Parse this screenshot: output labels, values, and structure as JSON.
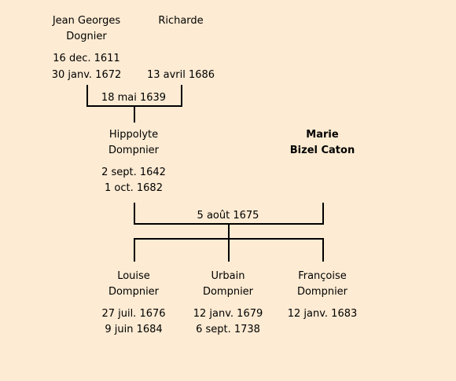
{
  "generation1": {
    "father": {
      "first_name": "Jean Georges",
      "last_name": "Dognier",
      "birth": "16 dec. 1611",
      "death": "30 janv. 1672"
    },
    "mother": {
      "first_name": "Richarde",
      "death": "13 avril 1686"
    },
    "marriage_date": "18 mai 1639"
  },
  "generation2": {
    "husband": {
      "first_name": "Hippolyte",
      "last_name": "Dompnier",
      "birth": "2 sept. 1642",
      "death": "1 oct. 1682"
    },
    "wife": {
      "first_name": "Marie",
      "last_name": "Bizel Caton"
    },
    "marriage_date": "5 août 1675"
  },
  "children": [
    {
      "first_name": "Louise",
      "last_name": "Dompnier",
      "birth": "27 juil. 1676",
      "death": "9 juin 1684"
    },
    {
      "first_name": "Urbain",
      "last_name": "Dompnier",
      "birth": "12 janv. 1679",
      "death": "6 sept. 1738"
    },
    {
      "first_name": "Françoise",
      "last_name": "Dompnier",
      "birth": "12 janv. 1683"
    }
  ]
}
